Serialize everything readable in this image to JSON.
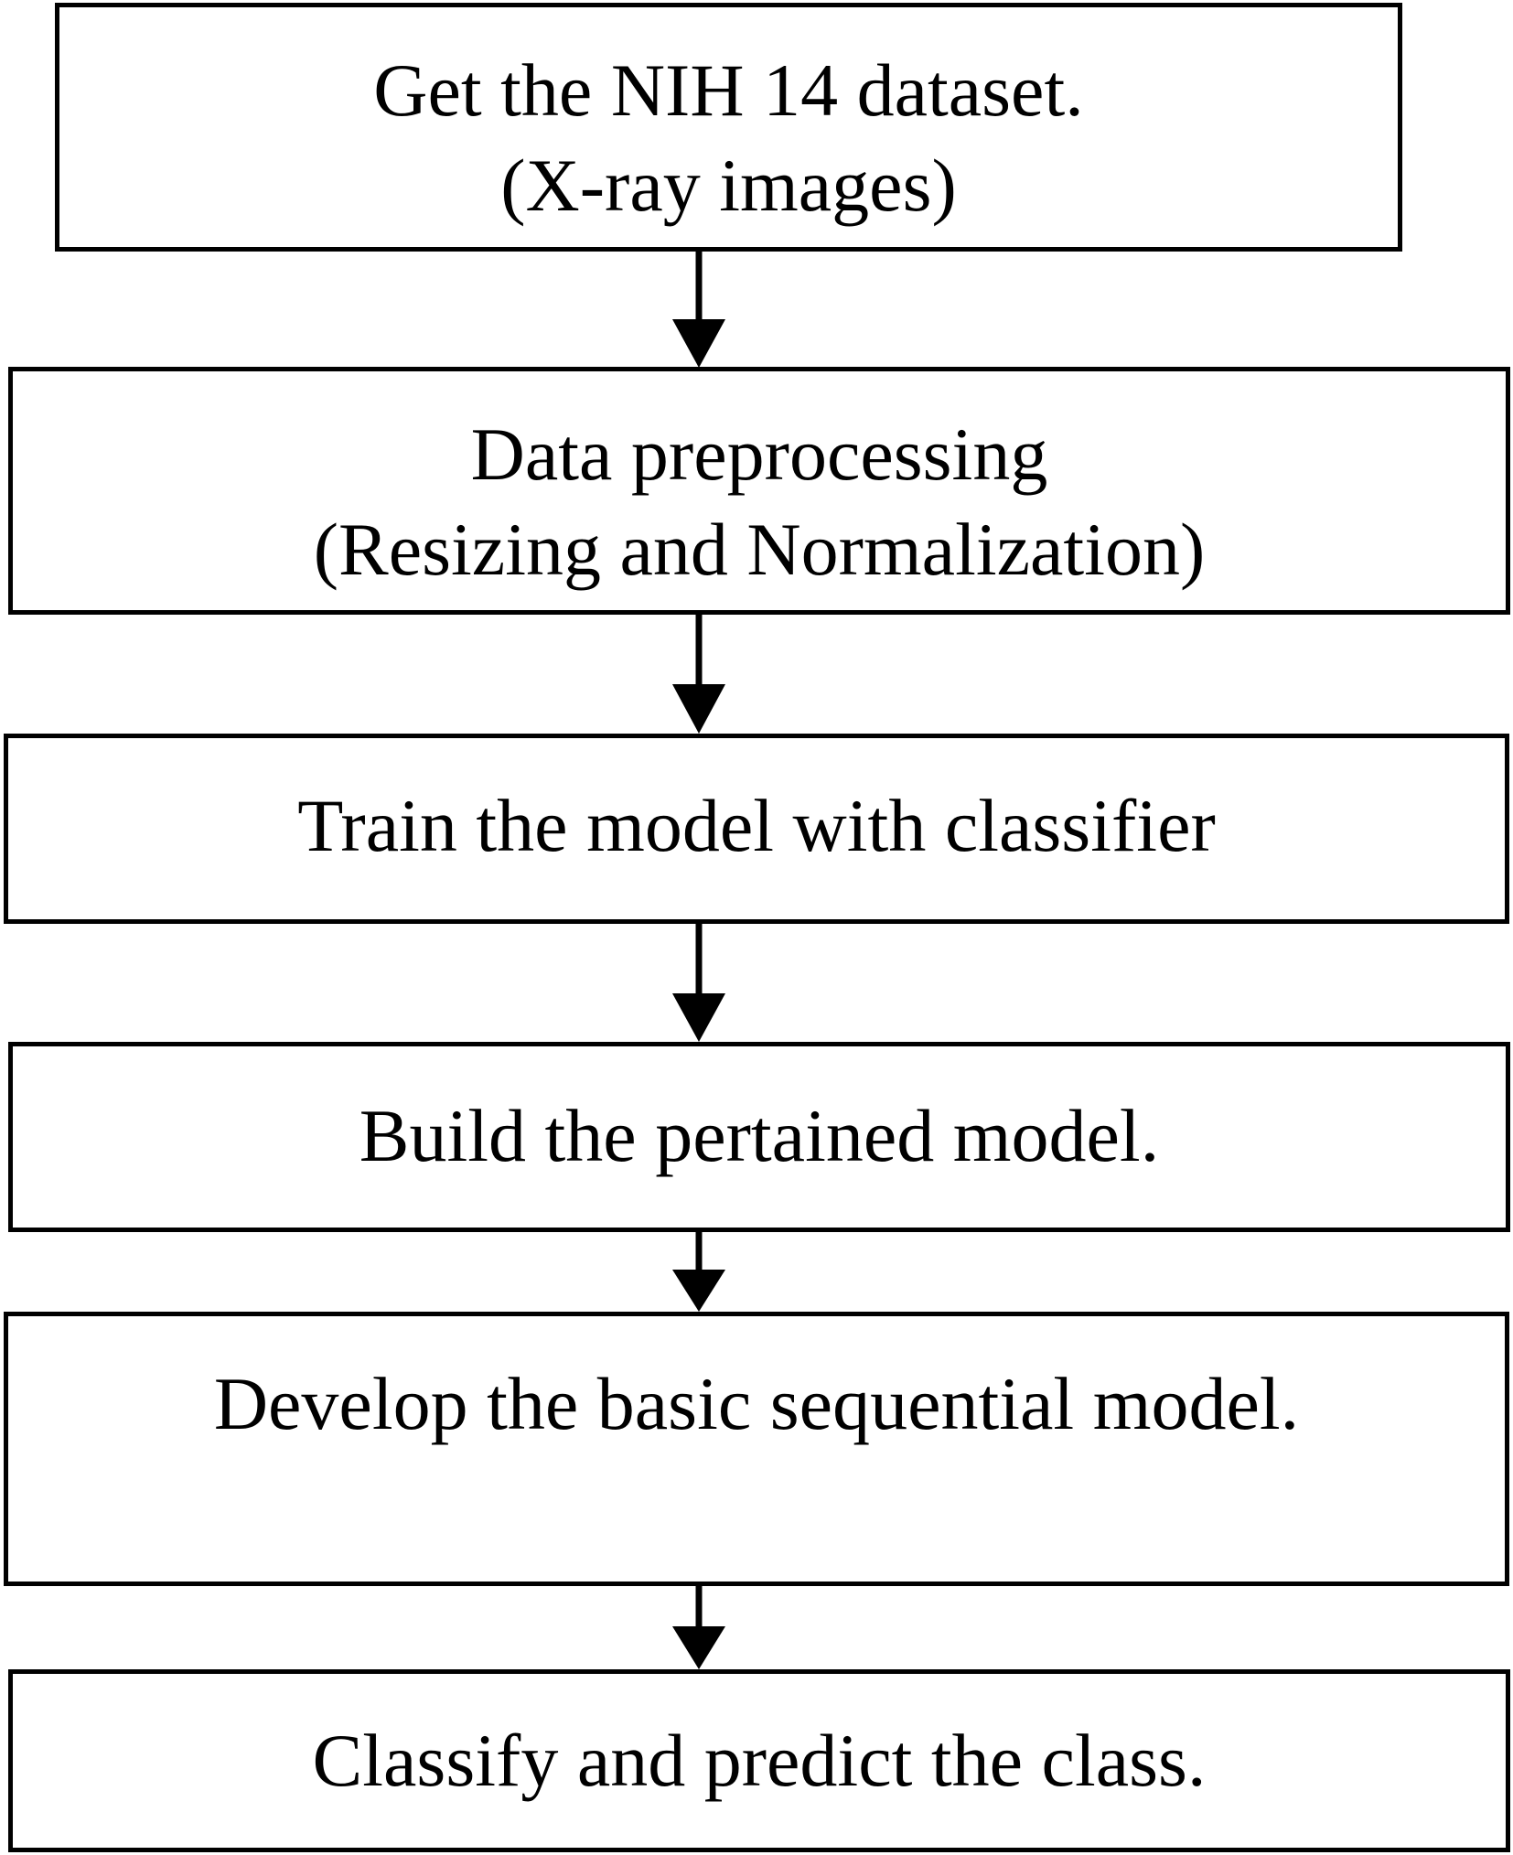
{
  "steps": [
    {
      "lines": [
        "Get the NIH 14 dataset.",
        "(X-ray images)"
      ]
    },
    {
      "lines": [
        "Data preprocessing",
        "(Resizing and Normalization)"
      ]
    },
    {
      "lines": [
        "Train the model with classifier"
      ]
    },
    {
      "lines": [
        "Build the pertained model."
      ]
    },
    {
      "lines": [
        "Develop the basic sequential model."
      ]
    },
    {
      "lines": [
        "Classify and predict the class."
      ]
    }
  ]
}
